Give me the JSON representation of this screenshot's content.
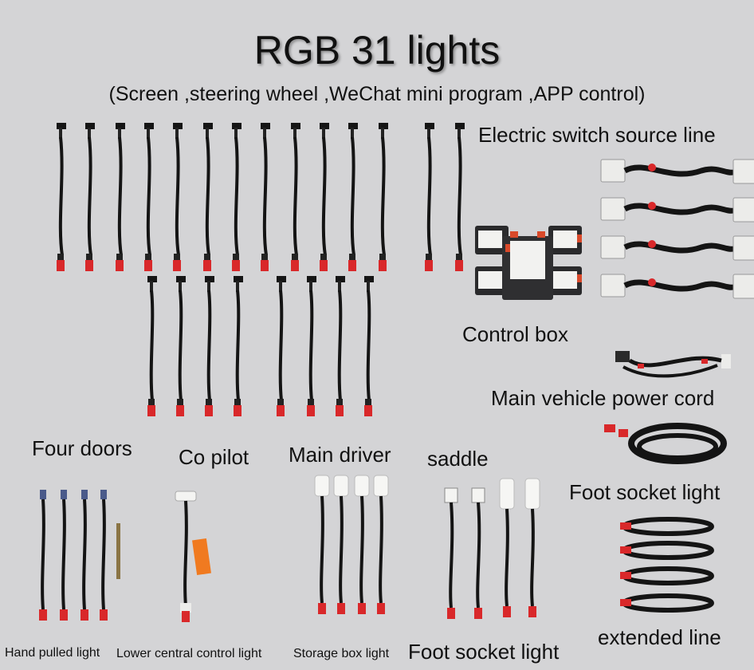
{
  "title": "RGB 31 lights",
  "subtitle": "(Screen ,steering wheel ,WeChat mini program ,APP control)",
  "labels": {
    "electric_switch_source_line": "Electric switch source line",
    "control_box": "Control box",
    "main_vehicle_power_cord": "Main vehicle power cord",
    "foot_socket_light_right": "Foot socket light",
    "extended_line": "extended line",
    "four_doors": "Four doors",
    "co_pilot": "Co pilot",
    "main_driver": "Main driver",
    "saddle": "saddle",
    "hand_pulled_light": "Hand pulled light",
    "lower_central_control_light": "Lower central control light",
    "storage_box_light": "Storage box light",
    "foot_socket_light_bottom": "Foot socket light"
  },
  "colors": {
    "background": "#d4d4d6",
    "cable": "#141414",
    "plug": "#d9282a",
    "connector": "#e8e8e6",
    "box": "#2a2a2c",
    "box_tab": "#d9492a"
  },
  "icons": [
    "led-strip-cable-icon",
    "control-box-icon",
    "switch-source-line-icon",
    "power-cord-icon",
    "extension-cable-icon",
    "led-bulb-icon"
  ]
}
